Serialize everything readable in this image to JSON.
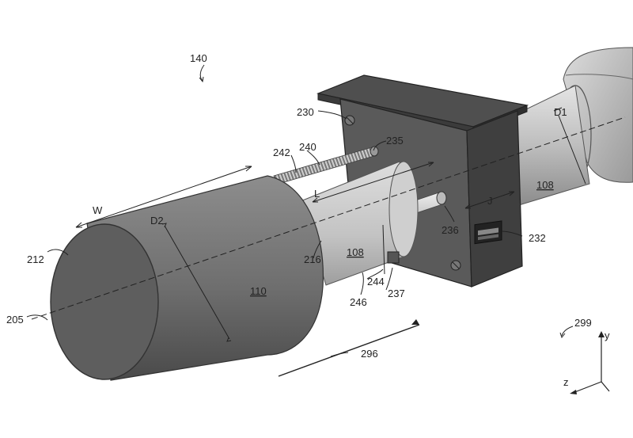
{
  "figure": {
    "labels": {
      "l140": "140",
      "l230": "230",
      "l235": "235",
      "l240": "240",
      "l242": "242",
      "lD1": "D1",
      "l108a": "108",
      "lW": "W",
      "lD2": "D2",
      "lL": "L",
      "lJ": "J",
      "l236": "236",
      "l232": "232",
      "l212": "212",
      "l216": "216",
      "l108b": "108",
      "l110": "110",
      "l244": "244",
      "l246": "246",
      "l237": "237",
      "l205": "205",
      "l296": "296",
      "l299": "299",
      "ly": "y",
      "lz": "z"
    }
  }
}
